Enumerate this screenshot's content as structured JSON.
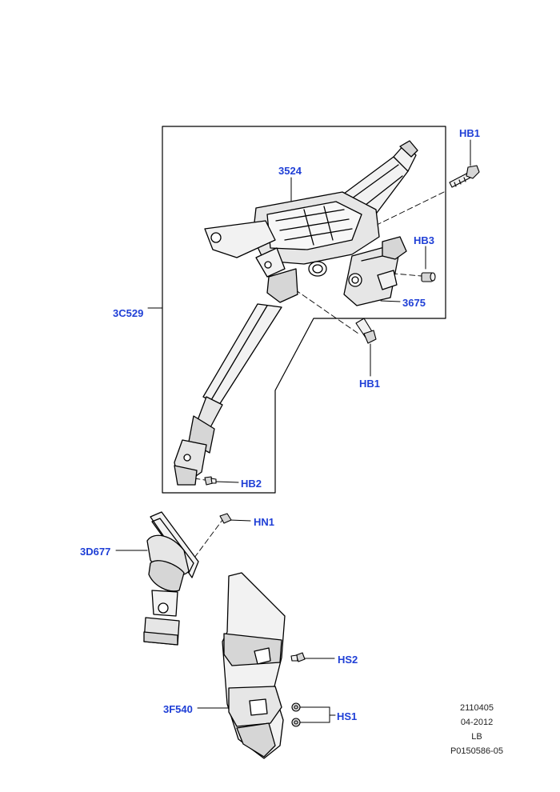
{
  "callouts": {
    "hb1_top": "HB1",
    "p3524": "3524",
    "hb3": "HB3",
    "p3c529": "3C529",
    "p3675": "3675",
    "hb1_mid": "HB1",
    "hb2": "HB2",
    "hn1": "HN1",
    "p3d677": "3D677",
    "hs2": "HS2",
    "p3f540": "3F540",
    "hs1": "HS1"
  },
  "info": {
    "ref": "2110405",
    "date": "04-2012",
    "region": "LB",
    "illustration": "P0150586-05"
  },
  "colors": {
    "callout": "#1f3fd6",
    "line": "#000000",
    "part_fill": "#f2f2f2",
    "part_shade": "#d6d6d6"
  }
}
